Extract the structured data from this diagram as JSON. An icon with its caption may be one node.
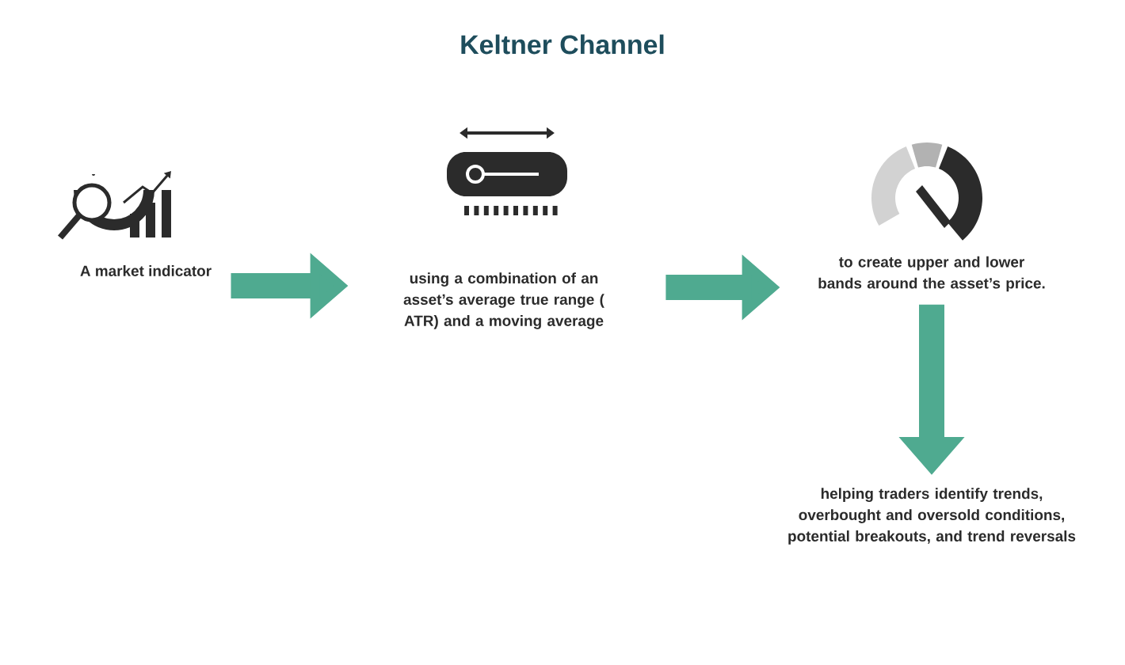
{
  "diagram": {
    "title": "Keltner Channel",
    "nodes": [
      {
        "text": [
          "A market indicator"
        ]
      },
      {
        "text": [
          "using a combination of an asset’s average true range ( ATR) and a moving average"
        ]
      },
      {
        "text": [
          "to create upper and lower bands around the asset’s price."
        ]
      },
      {
        "text": [
          "helping traders identify trends, overbought and oversold conditions, potential breakouts, and trend reversals"
        ]
      }
    ],
    "edges": [
      {
        "from": 0,
        "to": 1,
        "arrow": "to"
      },
      {
        "from": 1,
        "to": 2,
        "arrow": "to"
      },
      {
        "from": 2,
        "to": 3,
        "arrow": "to"
      }
    ]
  }
}
